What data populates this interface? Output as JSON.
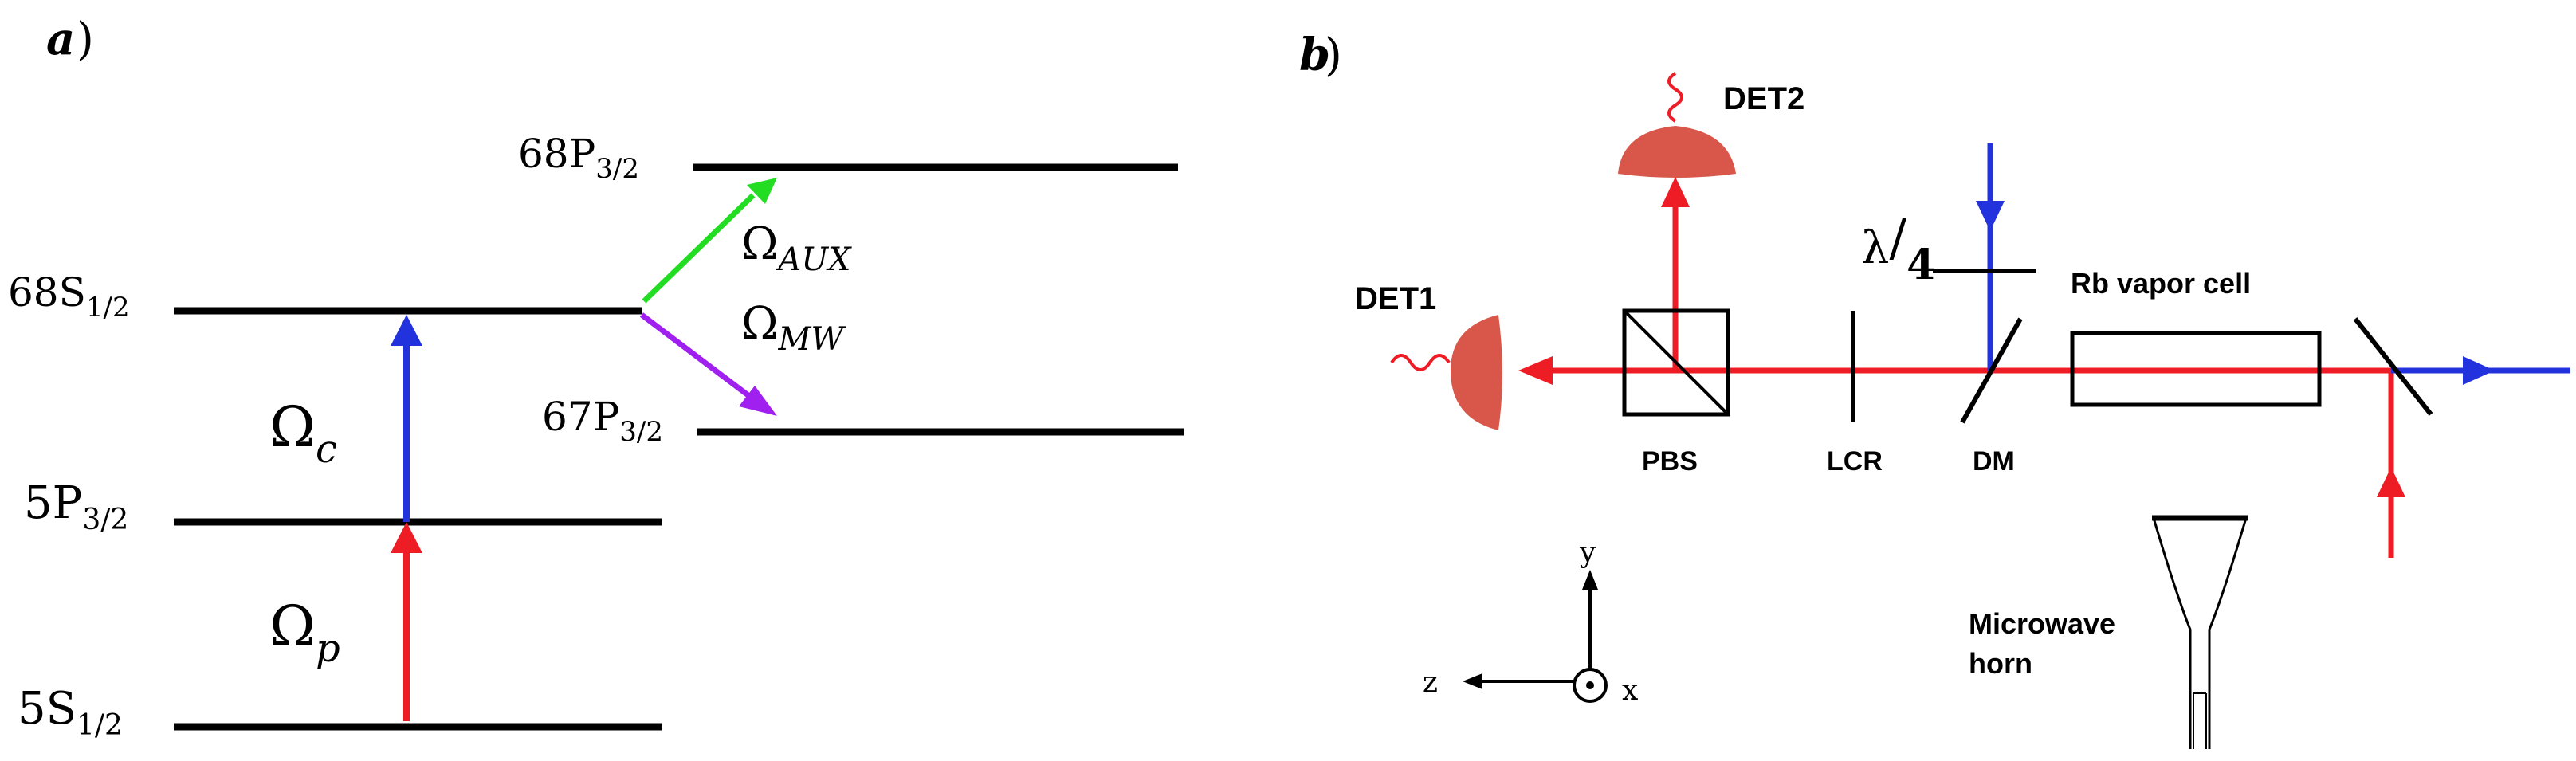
{
  "panel_a": {
    "label": "a",
    "paren": ")",
    "levels": {
      "s5_1_2": {
        "main": "5S",
        "sub": "1/2"
      },
      "p5_3_2": {
        "main": "5P",
        "sub": "3/2"
      },
      "s68_1_2": {
        "main": "68S",
        "sub": "1/2"
      },
      "p68_3_2": {
        "main": "68P",
        "sub": "3/2"
      },
      "p67_3_2": {
        "main": "67P",
        "sub": "3/2"
      }
    },
    "couplings": {
      "probe": {
        "symbol": "Ω",
        "sub": "p"
      },
      "coupling": {
        "symbol": "Ω",
        "sub": "c"
      },
      "aux": {
        "symbol": "Ω",
        "sub": "AUX"
      },
      "mw": {
        "symbol": "Ω",
        "sub": "MW"
      }
    }
  },
  "panel_b": {
    "label": "b",
    "paren": ")",
    "det1": "DET1",
    "det2": "DET2",
    "pbs": "PBS",
    "lcr": "LCR",
    "dm": "DM",
    "waveplate_lambda": "λ",
    "waveplate_slash": "/",
    "waveplate_num": "4",
    "vapor_cell": "Rb vapor cell",
    "horn_line1": "Microwave",
    "horn_line2": "horn",
    "axis_y": "y",
    "axis_z": "z",
    "axis_x": "x"
  },
  "colors": {
    "probe_red": "#ee1c25",
    "coupling_blue": "#2233dd",
    "aux_green": "#22dd22",
    "mw_purple": "#a020f0",
    "detector": "#d9574a",
    "line": "#000000"
  }
}
